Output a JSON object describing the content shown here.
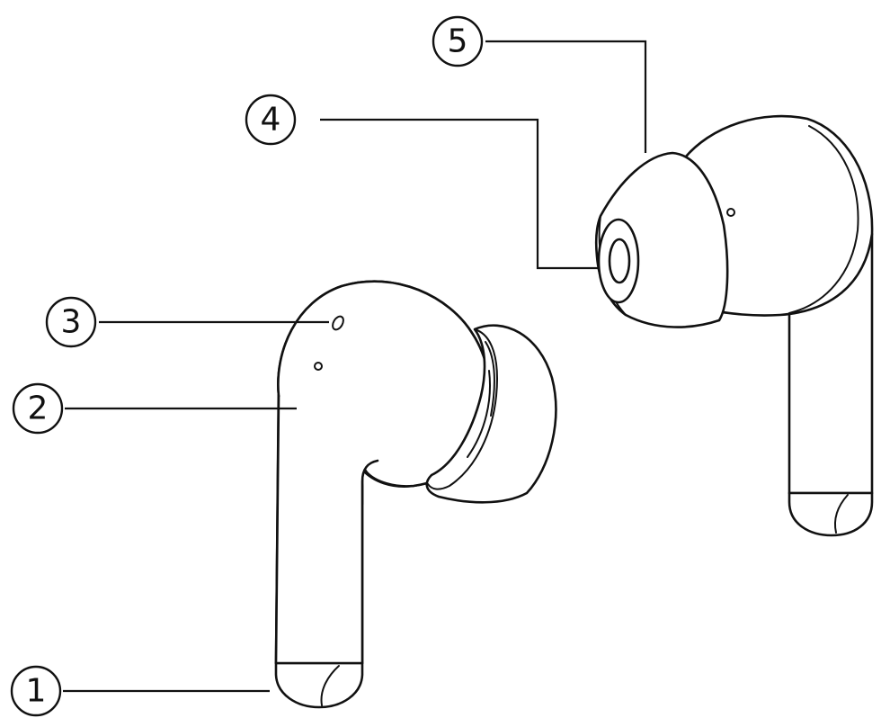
{
  "colors": {
    "line": "#111111",
    "background": "#ffffff"
  },
  "callouts": [
    {
      "id": "1",
      "label": "1"
    },
    {
      "id": "2",
      "label": "2"
    },
    {
      "id": "3",
      "label": "3"
    },
    {
      "id": "4",
      "label": "4"
    },
    {
      "id": "5",
      "label": "5"
    }
  ]
}
